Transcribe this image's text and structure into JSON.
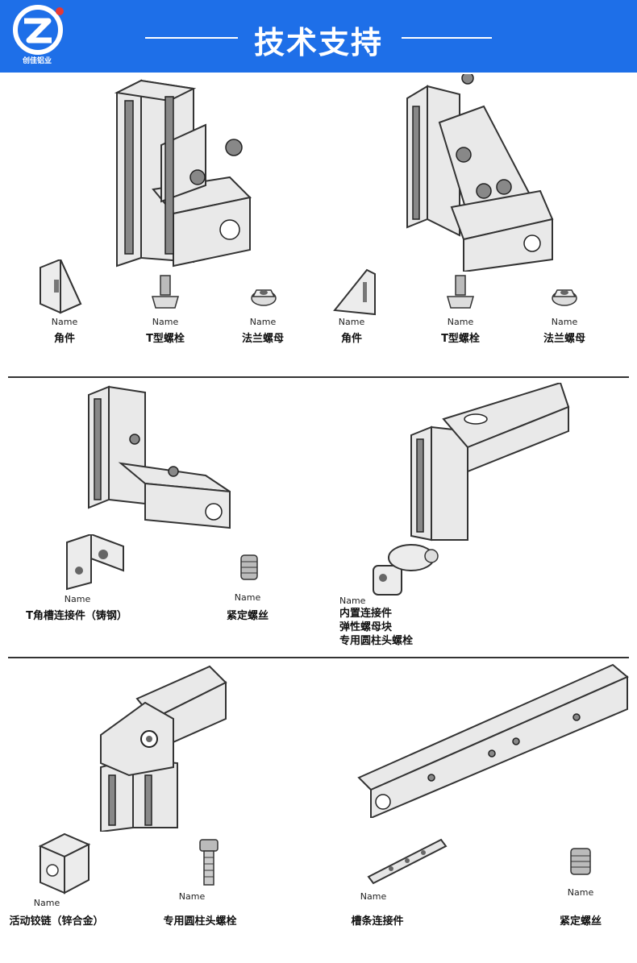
{
  "header": {
    "title": "技术支持",
    "brand": "创佳铝业",
    "accent": "#1e6fe8"
  },
  "sections": [
    {
      "parts": [
        {
          "name": "Name",
          "label": "角件"
        },
        {
          "name": "Name",
          "label": "T型螺栓"
        },
        {
          "name": "Name",
          "label": "法兰螺母"
        },
        {
          "name": "Name",
          "label": "角件"
        },
        {
          "name": "Name",
          "label": "T型螺栓"
        },
        {
          "name": "Name",
          "label": "法兰螺母"
        }
      ]
    },
    {
      "parts": [
        {
          "name": "Name",
          "label": "T角槽连接件（铸钢）"
        },
        {
          "name": "Name",
          "label": "紧定螺丝"
        },
        {
          "name": "Name",
          "lines": [
            "内置连接件",
            "弹性螺母块",
            "专用圆柱头螺栓"
          ]
        }
      ]
    },
    {
      "parts": [
        {
          "name": "Name",
          "label": "活动铰链（锌合金）"
        },
        {
          "name": "Name",
          "label": "专用圆柱头螺栓"
        },
        {
          "name": "Name",
          "label": "槽条连接件"
        },
        {
          "name": "Name",
          "label": "紧定螺丝"
        }
      ]
    }
  ]
}
